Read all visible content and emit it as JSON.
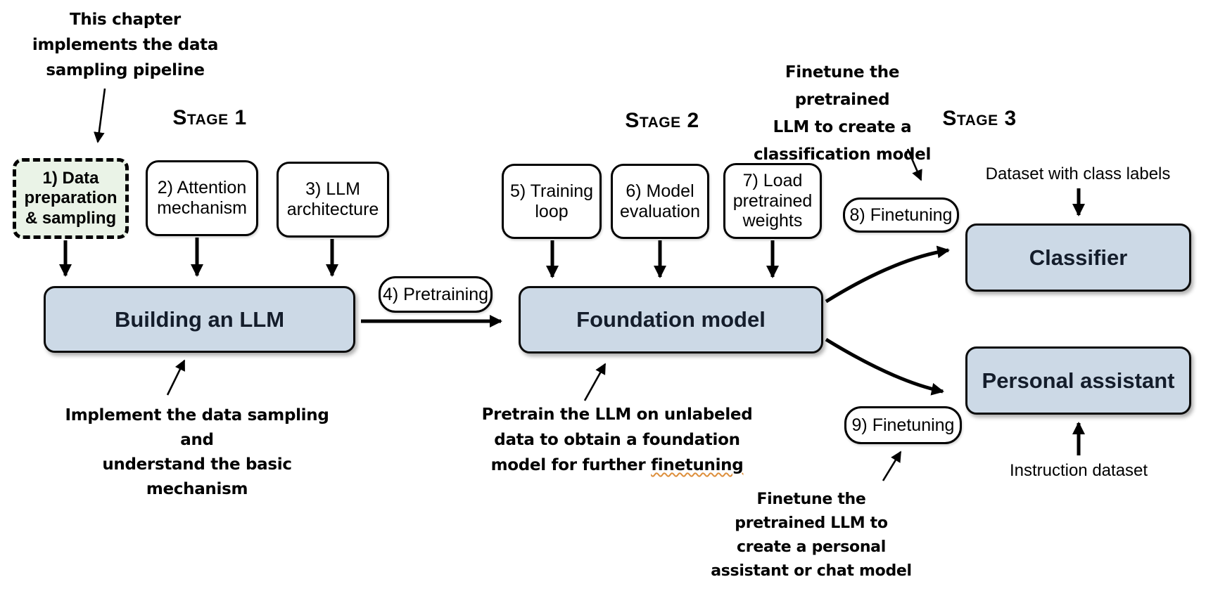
{
  "stages": {
    "s1": "Stage 1",
    "s2": "Stage 2",
    "s3": "Stage 3"
  },
  "boxes": {
    "data_prep": "1) Data preparation & sampling",
    "attention": "2) Attention mechanism",
    "llm_arch": "3) LLM architecture",
    "pretraining": "4) Pretraining",
    "building": "Building an LLM",
    "training_loop": "5) Training loop",
    "model_eval": "6) Model evaluation",
    "load_weights": "7) Load pretrained weights",
    "foundation": "Foundation model",
    "finetuning_cls": "8) Finetuning",
    "finetuning_pa": "9) Finetuning",
    "classifier": "Classifier",
    "personal_assistant": "Personal assistant"
  },
  "labels": {
    "dataset_class": "Dataset with class labels",
    "instruction_dataset": "Instruction dataset"
  },
  "notes": {
    "chapter": {
      "lines": [
        "This chapter",
        "implements the data",
        "sampling pipeline"
      ]
    },
    "implement": {
      "lines": [
        "Implement the data sampling and",
        "understand the basic mechanism"
      ]
    },
    "pretrain": {
      "lines": [
        "Pretrain the LLM on unlabeled",
        "data to obtain a foundation"
      ],
      "last_line_prefix": "model for further ",
      "underlined_word": "finetuning"
    },
    "finetune_classification": {
      "lines": [
        "Finetune the pretrained",
        "LLM to create a",
        "classification model"
      ]
    },
    "finetune_assistant": {
      "lines": [
        "Finetune the",
        "pretrained LLM to",
        "create a personal",
        "assistant or chat model"
      ]
    }
  },
  "colors": {
    "box_blue": "#ccd9e6",
    "box_green": "#eaf3e7",
    "text_dark": "#141d2b",
    "underline_orange": "#dd8f3c"
  }
}
